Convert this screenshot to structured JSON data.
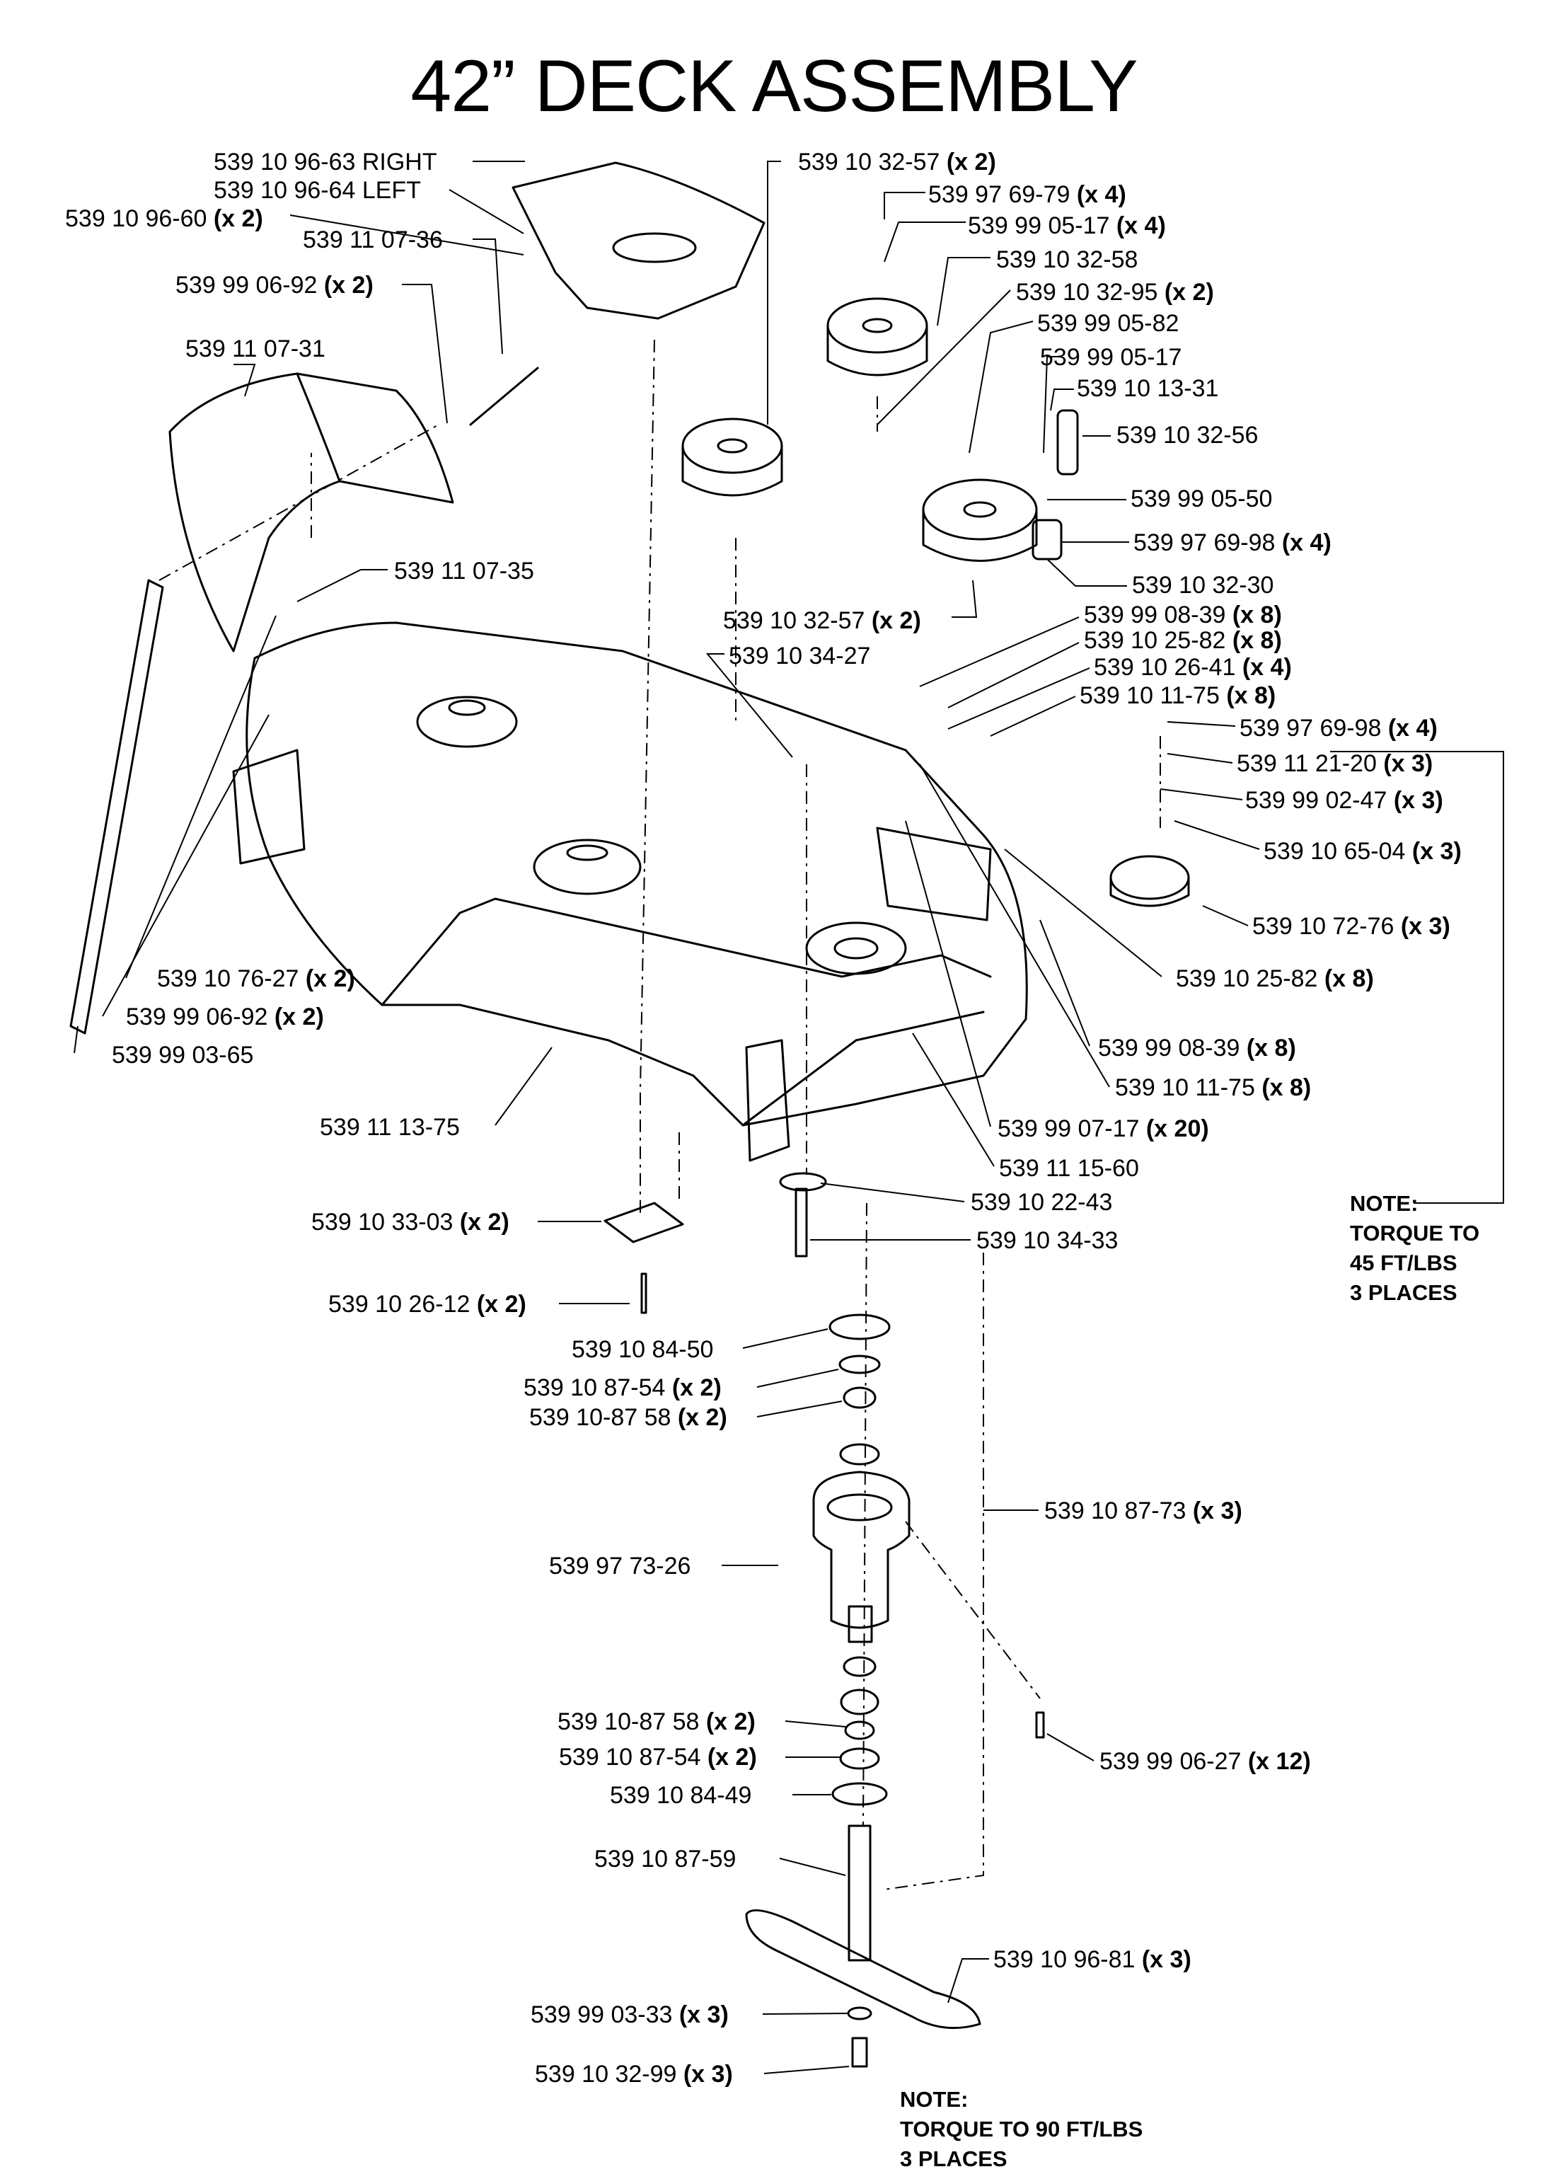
{
  "title": "42” DECK ASSEMBLY",
  "callouts": [
    {
      "part": "539 10 96-63 RIGHT",
      "qty": ""
    },
    {
      "part": "539 10 96-64 LEFT",
      "qty": ""
    },
    {
      "part": "539 10 96-60",
      "qty": "(x 2)"
    },
    {
      "part": "539 11 07-36",
      "qty": ""
    },
    {
      "part": "539 99 06-92",
      "qty": "(x 2)"
    },
    {
      "part": "539 11 07-31",
      "qty": ""
    },
    {
      "part": "539 11 07-35",
      "qty": ""
    },
    {
      "part": "539 10 32-57",
      "qty": "(x 2)"
    },
    {
      "part": "539 97 69-79",
      "qty": "(x 4)"
    },
    {
      "part": "539 99 05-17",
      "qty": "(x 4)"
    },
    {
      "part": "539 10 32-58",
      "qty": ""
    },
    {
      "part": "539 10 32-95",
      "qty": "(x 2)"
    },
    {
      "part": "539 99 05-82",
      "qty": ""
    },
    {
      "part": "539 99 05-17",
      "qty": ""
    },
    {
      "part": "539 10 13-31",
      "qty": ""
    },
    {
      "part": "539 10 32-56",
      "qty": ""
    },
    {
      "part": "539 99 05-50",
      "qty": ""
    },
    {
      "part": "539 97 69-98",
      "qty": "(x 4)"
    },
    {
      "part": "539 10 32-30",
      "qty": ""
    },
    {
      "part": "539 10 32-57",
      "qty": "(x 2)"
    },
    {
      "part": "539 99 08-39",
      "qty": "(x 8)"
    },
    {
      "part": "539 10 25-82",
      "qty": "(x 8)"
    },
    {
      "part": "539 10 34-27",
      "qty": ""
    },
    {
      "part": "539 10 26-41",
      "qty": "(x 4)"
    },
    {
      "part": "539 10 11-75",
      "qty": "(x 8)"
    },
    {
      "part": "539 97 69-98",
      "qty": "(x 4)"
    },
    {
      "part": "539 11 21-20",
      "qty": "(x 3)"
    },
    {
      "part": "539 99 02-47",
      "qty": "(x 3)"
    },
    {
      "part": "539 10 65-04",
      "qty": "(x 3)"
    },
    {
      "part": "539 10 72-76",
      "qty": "(x 3)"
    },
    {
      "part": "539 10 25-82",
      "qty": "(x 8)"
    },
    {
      "part": "539 99 08-39",
      "qty": "(x 8)"
    },
    {
      "part": "539 10 11-75",
      "qty": "(x 8)"
    },
    {
      "part": "539 99 07-17",
      "qty": "(x 20)"
    },
    {
      "part": "539 11 15-60",
      "qty": ""
    },
    {
      "part": "539 10 76-27",
      "qty": "(x 2)"
    },
    {
      "part": "539 99 06-92",
      "qty": "(x 2)"
    },
    {
      "part": "539 99 03-65",
      "qty": ""
    },
    {
      "part": "539 11 13-75",
      "qty": ""
    },
    {
      "part": "539 10 33-03",
      "qty": "(x 2)"
    },
    {
      "part": "539 10 26-12",
      "qty": "(x 2)"
    },
    {
      "part": "539 10 22-43",
      "qty": ""
    },
    {
      "part": "539 10 34-33",
      "qty": ""
    },
    {
      "part": "539 10 84-50",
      "qty": ""
    },
    {
      "part": "539 10 87-54",
      "qty": "(x 2)"
    },
    {
      "part": "539 10-87 58",
      "qty": "(x 2)"
    },
    {
      "part": "539 10 87-73",
      "qty": "(x 3)"
    },
    {
      "part": "539 97 73-26",
      "qty": ""
    },
    {
      "part": "539 10-87 58",
      "qty": "(x 2)"
    },
    {
      "part": "539 10 87-54",
      "qty": "(x 2)"
    },
    {
      "part": "539 10 84-49",
      "qty": ""
    },
    {
      "part": "539 99 06-27",
      "qty": "(x 12)"
    },
    {
      "part": "539 10 87-59",
      "qty": ""
    },
    {
      "part": "539 10 96-81",
      "qty": "(x 3)"
    },
    {
      "part": "539 99 03-33",
      "qty": "(x 3)"
    },
    {
      "part": "539 10 32-99",
      "qty": "(x 3)"
    }
  ],
  "notes": [
    {
      "lines": [
        "NOTE:",
        "TORQUE TO",
        "45 FT/LBS",
        "3 PLACES"
      ]
    },
    {
      "lines": [
        "NOTE:",
        "TORQUE TO 90 FT/LBS",
        "3 PLACES"
      ]
    }
  ]
}
